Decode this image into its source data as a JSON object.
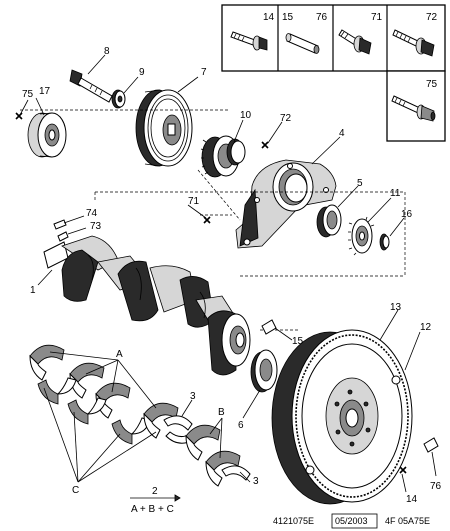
{
  "legend": {
    "cells": [
      {
        "label": "14",
        "icon": "bolt-with-washer-icon"
      },
      {
        "label": "15",
        "icon": "dowel-pin-icon"
      },
      {
        "label": "76",
        "icon": "dowel-pin-icon"
      },
      {
        "label": "71",
        "icon": "flange-bolt-icon"
      },
      {
        "label": "72",
        "icon": "long-flange-bolt-icon"
      },
      {
        "label": "75",
        "icon": "socket-bolt-icon"
      }
    ]
  },
  "callouts": {
    "c1": "1",
    "c2": "2",
    "c3a": "3",
    "c3b": "3",
    "c4": "4",
    "c5": "5",
    "c6": "6",
    "c7": "7",
    "c8": "8",
    "c9": "9",
    "c10": "10",
    "c11": "11",
    "c12": "12",
    "c13": "13",
    "c14": "14",
    "c15": "15",
    "c16": "16",
    "c17": "17",
    "c71": "71",
    "c72": "72",
    "c73": "73",
    "c74": "74",
    "c75": "75",
    "c76": "76",
    "cA": "A",
    "cB": "B",
    "cC": "C"
  },
  "formula": "A + B + C",
  "footer": {
    "ref": "4121075E",
    "date": "05/2003",
    "code": "4F 05A75E"
  }
}
